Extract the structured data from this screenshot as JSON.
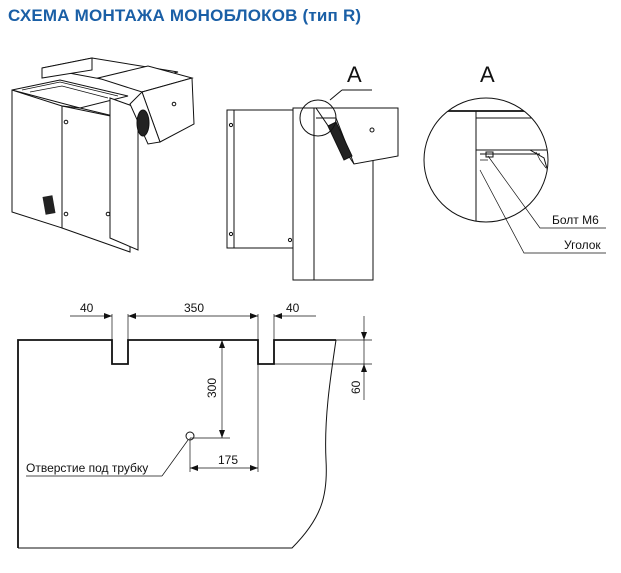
{
  "title": "СХЕМА МОНТАЖА МОНОБЛОКОВ (тип R)",
  "colors": {
    "title": "#1a5fa6",
    "line": "#111111"
  },
  "detail": {
    "marker_side": "А",
    "marker_detail": "А"
  },
  "callouts": {
    "bolt": "Болт М6",
    "corner": "Уголок"
  },
  "dimensions": {
    "left_gap": "40",
    "span": "350",
    "right_gap": "40",
    "height": "300",
    "offset": "175",
    "depth": "60"
  },
  "hole_label": "Отверстие под трубку"
}
